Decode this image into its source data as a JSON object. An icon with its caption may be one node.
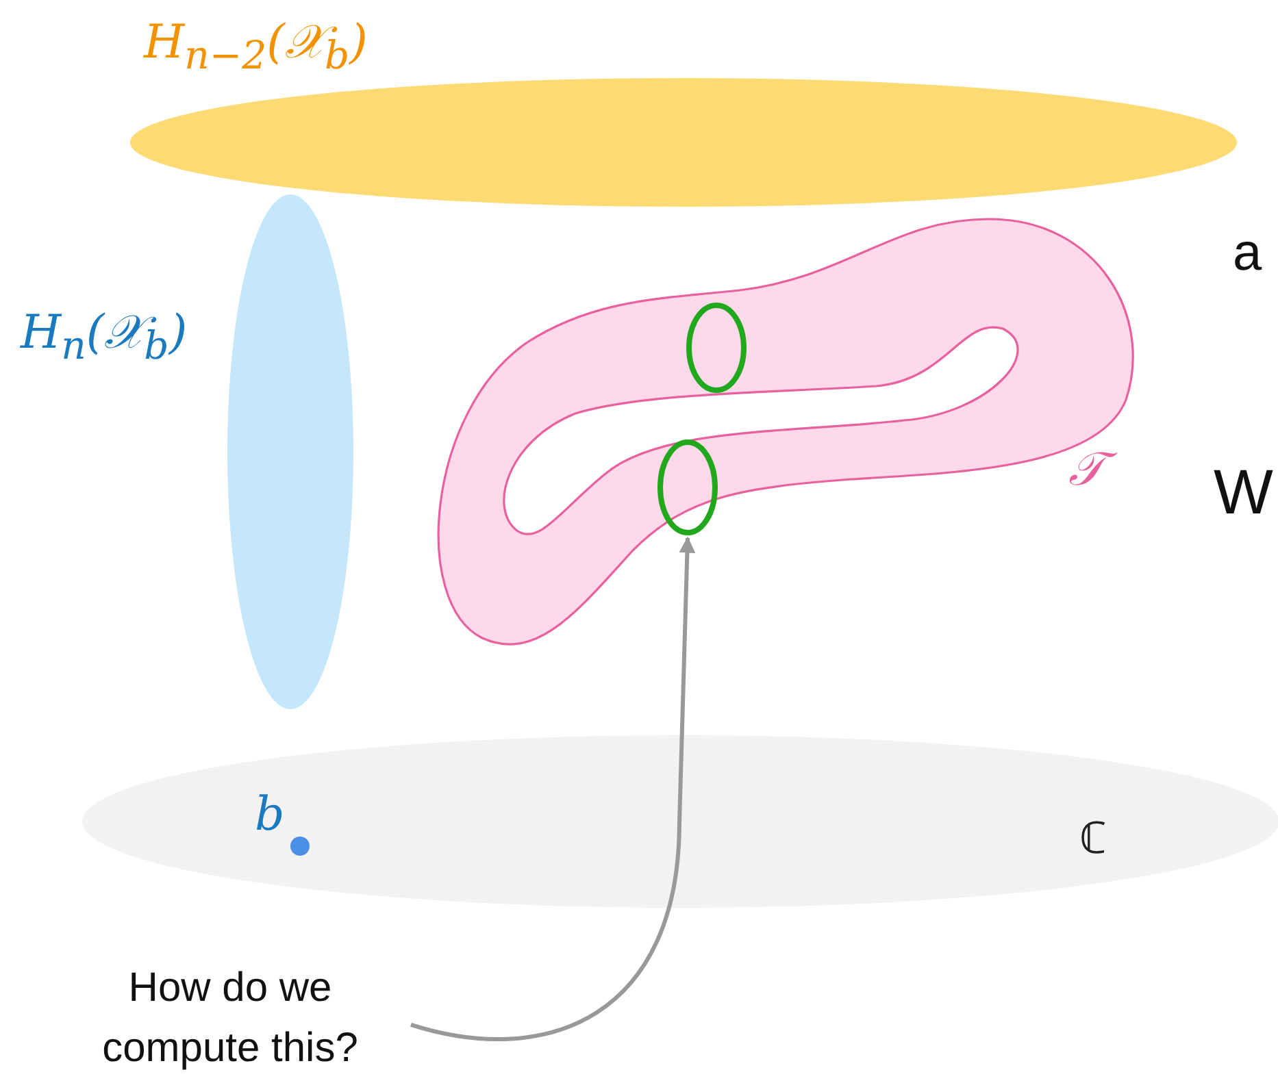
{
  "diagram": {
    "nodes": [
      {
        "text": [
          "H$_{n−2}$(𝒳$_{b}$)"
        ]
      },
      {
        "text": [
          "H$_{n}$(𝒳$_{b}$)"
        ]
      },
      {
        "text": [
          "𝒯"
        ]
      },
      {
        "text": [],
        "shape": "circle",
        "in": 2
      },
      {
        "text": [],
        "shape": "circle",
        "in": 2
      },
      {
        "text": [
          "ℂ"
        ]
      },
      {
        "text": [
          "b"
        ],
        "in": 5
      },
      {
        "text": [
          "How do we compute this?"
        ]
      }
    ],
    "edges": [
      {
        "from": 7,
        "to": 4,
        "arrow": "to"
      }
    ],
    "labels": [
      "a",
      "W"
    ]
  }
}
